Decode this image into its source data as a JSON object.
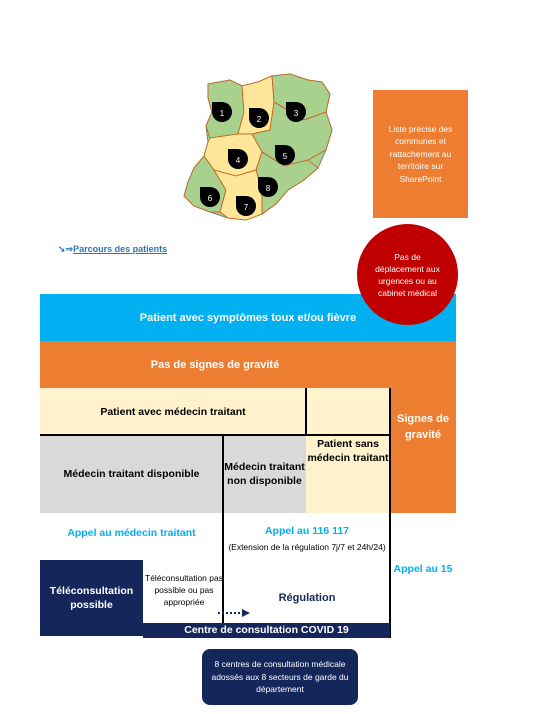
{
  "map": {
    "regions": [
      {
        "label": "1",
        "fill": "#a9d18e"
      },
      {
        "label": "2",
        "fill": "#ffe699"
      },
      {
        "label": "3",
        "fill": "#a9d18e"
      },
      {
        "label": "4",
        "fill": "#ffe699"
      },
      {
        "label": "5",
        "fill": "#a9d18e"
      },
      {
        "label": "6",
        "fill": "#a9d18e"
      },
      {
        "label": "7",
        "fill": "#ffe699"
      },
      {
        "label": "8",
        "fill": "#a9d18e"
      }
    ]
  },
  "info_box": {
    "text": "Liste précise des communes et rattachement au territoire sur SharePoint"
  },
  "red_circle": {
    "text": "Pas de déplacement aux urgences ou au cabinet médical"
  },
  "link": {
    "arrow": "➘⇒",
    "text": "Parcours des patients"
  },
  "flow": {
    "symptoms": "Patient avec symptômes toux et/ou fièvre",
    "no_gravity": "Pas de signes de gravité",
    "gravity": "Signes de gravité",
    "with_doctor": "Patient avec médecin traitant",
    "without_doctor": "Patient sans médecin traitant",
    "doctor_available": "Médecin traitant disponible",
    "doctor_unavailable": "Médecin traitant non disponible",
    "call_doctor": "Appel au médecin traitant",
    "call_116": "Appel au 116 117",
    "extension": "(Extension de la régulation 7j/7 et 24h/24)",
    "call_15": "Appel au 15",
    "teleconsult_possible": "Téléconsultation possible",
    "teleconsult_not_possible": "Téléconsultation pas possible ou pas appropriée",
    "regulation": "Régulation",
    "covid_center": "Centre de consultation COVID 19",
    "centres_note": "8 centres de consultation médicale adossés aux 8 secteurs de garde du département"
  },
  "colors": {
    "blue": "#00b0f0",
    "orange": "#ed7d31",
    "cream": "#fff2cc",
    "grey": "#d9d9d9",
    "navy": "#14265a",
    "red": "#c00000",
    "map_green": "#a9d18e",
    "map_yellow": "#ffe699"
  }
}
